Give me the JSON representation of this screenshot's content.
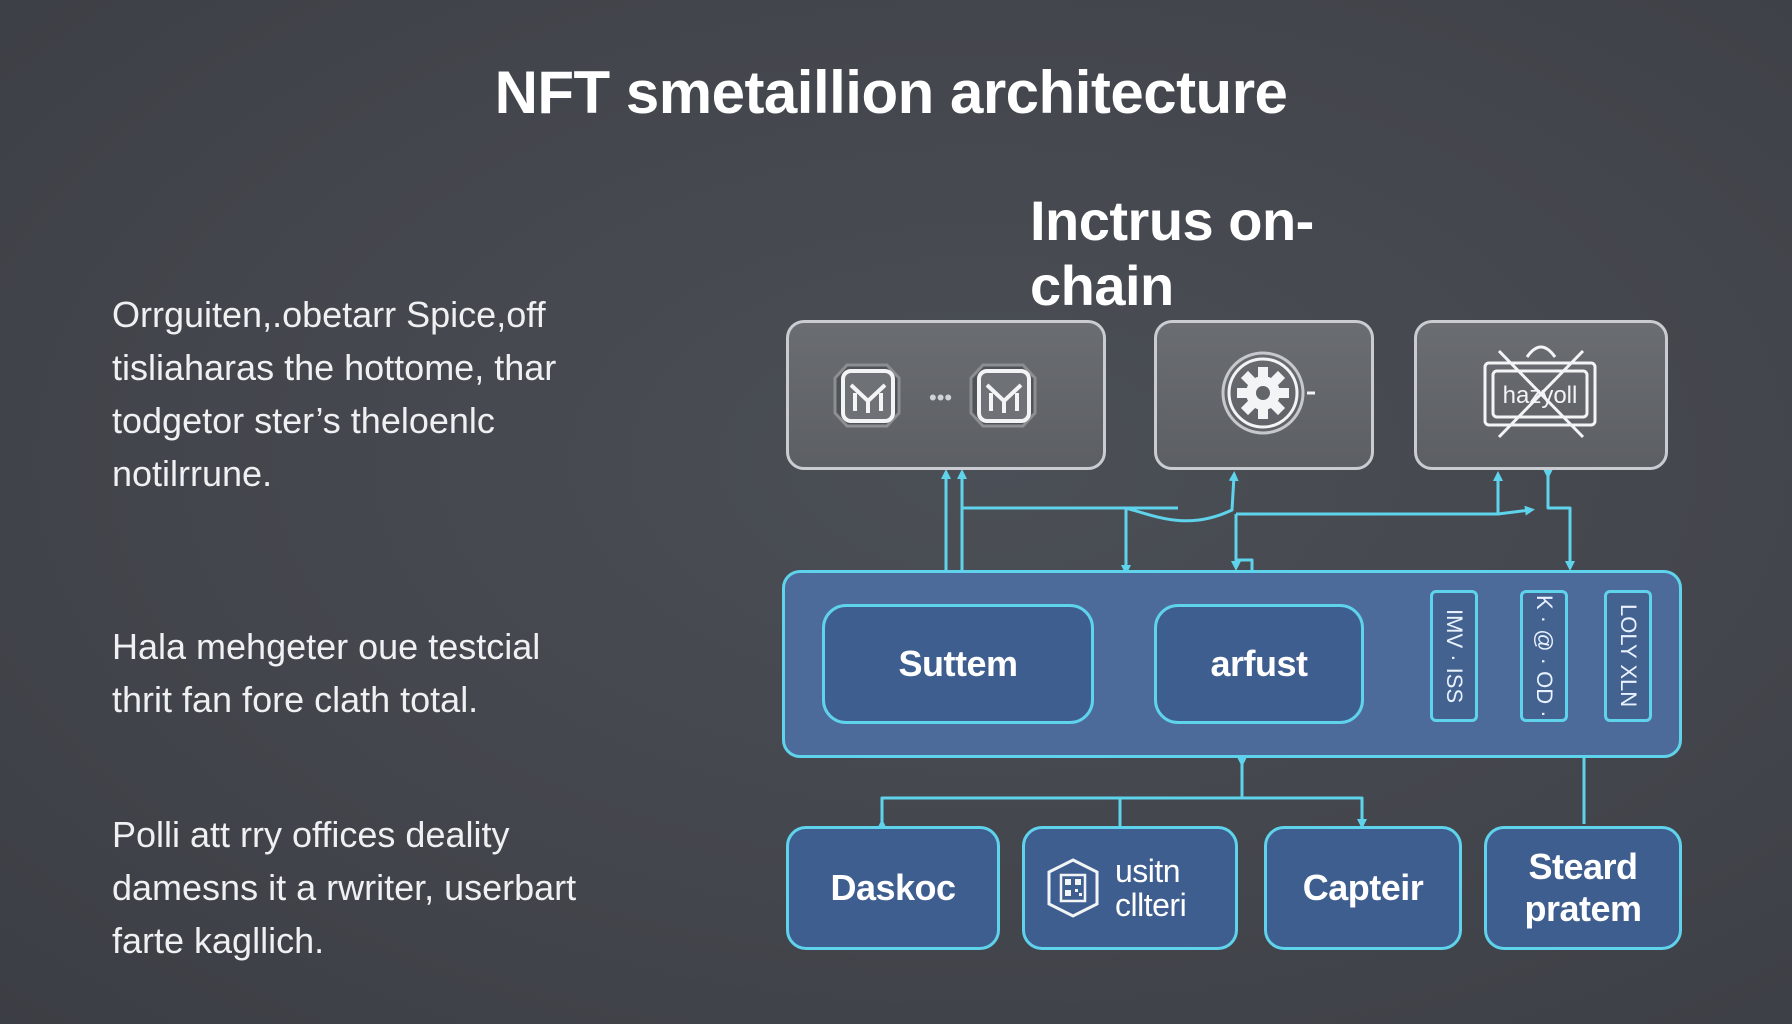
{
  "title": "NFT smetaillion architecture",
  "subtitle": "Inctrus on-chain",
  "paragraphs": [
    {
      "lines": [
        "Orrguiten,.obetarr Spice,off",
        "tisliaharas the hottome, thar",
        "todgetor ster’s theloenlc",
        "notilrrune."
      ]
    },
    {
      "lines": [
        "Hala mehgeter oue testcial",
        "thrit fan fore clath total."
      ]
    },
    {
      "lines": [
        "Polli att rry offices deality",
        "damesns it a rwriter, userbart",
        "farte kagllich."
      ]
    }
  ],
  "top_nodes": [
    {
      "icon": "cube-icon",
      "icons": [
        "cube-icon",
        "cube-icon"
      ]
    },
    {
      "icon": "gear-icon"
    },
    {
      "icon": "hazyoll-badge-icon",
      "label": "hazyoll"
    }
  ],
  "hub": {
    "boxes": [
      "Suttem",
      "arfust"
    ],
    "vertical_tags": [
      "IMV · ISS",
      "K · @ · OD ·",
      "LOLY XLN"
    ]
  },
  "bottom_nodes": [
    {
      "label": "Daskoc"
    },
    {
      "icon": "qr-chip-icon",
      "lines": [
        "usitn",
        "cllteri"
      ]
    },
    {
      "label": "Capteir"
    },
    {
      "lines": [
        "Steard",
        "pratem"
      ]
    }
  ],
  "colors": {
    "background": "#43464c",
    "connector": "#5fd3ec",
    "hub_fill": "#4d6b9a",
    "node_fill": "#3f5e90",
    "top_box_fill": "#626569",
    "top_box_border": "#c9ccd0"
  }
}
